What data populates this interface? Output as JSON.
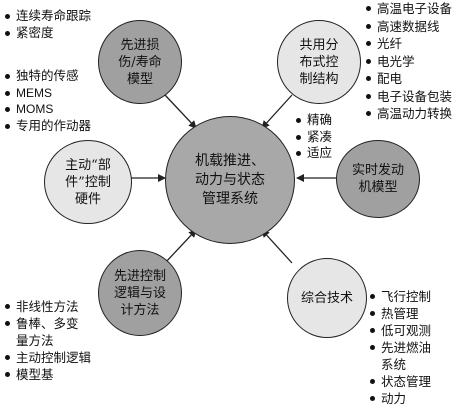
{
  "center": {
    "label": "机载推进、\n动力与状态\n管理系统"
  },
  "nodes": {
    "top_left": {
      "label": "先进损\n伤/寿命\n模型"
    },
    "top_right": {
      "label": "共用分\n布式控\n制结构"
    },
    "left": {
      "label": "主动“部\n件”控制\n硬件"
    },
    "right": {
      "label": "实时发动\n机模型"
    },
    "bottom_left": {
      "label": "先进控制\n逻辑与设\n计方法"
    },
    "bottom_right": {
      "label": "综合技术"
    }
  },
  "lists": {
    "top_left_top": [
      "连续寿命跟踪",
      "紧密度"
    ],
    "left_upper": [
      "独特的传感",
      "MEMS",
      "MOMS",
      "专用的作动器"
    ],
    "top_right_top": [
      "高温电子设备",
      "高速数据线",
      "光纤",
      "电光学",
      "配电",
      "电子设备包装",
      "高温动力转换"
    ],
    "center_right": [
      "精确",
      "紧凑",
      "适应"
    ],
    "bottom_left": [
      "非线性方法",
      "鲁棒、多变\n量方法",
      "主动控制逻辑",
      "模型基"
    ],
    "bottom_right": [
      "飞行控制",
      "热管理",
      "低可观测",
      "先进燃油\n系统",
      "状态管理",
      "动力"
    ]
  }
}
